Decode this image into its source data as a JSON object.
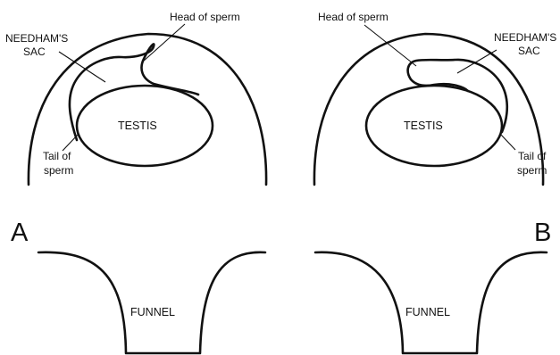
{
  "panel_a": {
    "letter": "A",
    "head_label": "Head of sperm",
    "sac_label_line1": "NEEDHAM'S",
    "sac_label_line2": "SAC",
    "testis_label": "TESTIS",
    "tail_label_line1": "Tail of",
    "tail_label_line2": "sperm",
    "funnel_label": "FUNNEL"
  },
  "panel_b": {
    "letter": "B",
    "head_label": "Head of sperm",
    "sac_label_line1": "NEEDHAM'S",
    "sac_label_line2": "SAC",
    "testis_label": "TESTIS",
    "tail_label_line1": "Tail of",
    "tail_label_line2": "sperm",
    "funnel_label": "FUNNEL"
  }
}
